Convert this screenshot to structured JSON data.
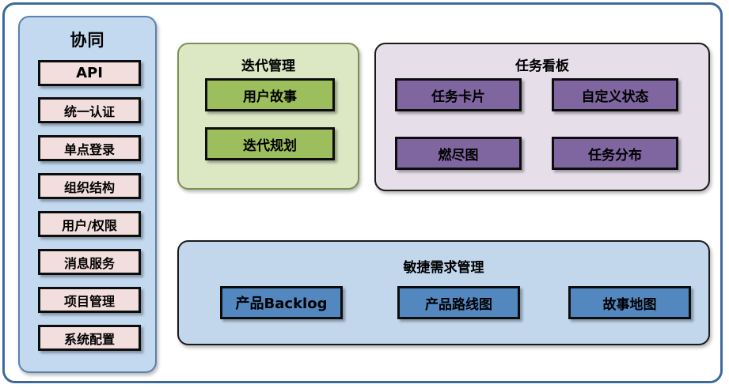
{
  "diagram": {
    "frame_border_color": "#3D6A9E"
  },
  "sidebar": {
    "title": "协同",
    "panel_bg": "#C3D9F0",
    "panel_border": "#5B81AE",
    "item_bg": "#F3DEDE",
    "items": [
      {
        "label": "API"
      },
      {
        "label": "统一认证"
      },
      {
        "label": "单点登录"
      },
      {
        "label": "组织结构"
      },
      {
        "label": "用户/权限"
      },
      {
        "label": "消息服务"
      },
      {
        "label": "项目管理"
      },
      {
        "label": "系统配置"
      }
    ]
  },
  "iteration": {
    "title": "迭代管理",
    "panel_bg": "#DCE7C4",
    "panel_border": "#7D8F52",
    "item_bg": "#9CBE5C",
    "items": [
      {
        "label": "用户故事"
      },
      {
        "label": "迭代规划"
      }
    ]
  },
  "taskboard": {
    "title": "任务看板",
    "panel_bg": "#E6DFEA",
    "panel_border": "#1A1A1A",
    "item_bg": "#8066A0",
    "items": [
      {
        "label": "任务卡片"
      },
      {
        "label": "自定义状态"
      },
      {
        "label": "燃尽图"
      },
      {
        "label": "任务分布"
      }
    ]
  },
  "agile": {
    "title": "敏捷需求管理",
    "panel_bg": "#C3D7EC",
    "panel_border": "#1A1A1A",
    "item_bg": "#5287C0",
    "items": [
      {
        "label": "产品Backlog"
      },
      {
        "label": "产品路线图"
      },
      {
        "label": "故事地图"
      }
    ]
  }
}
